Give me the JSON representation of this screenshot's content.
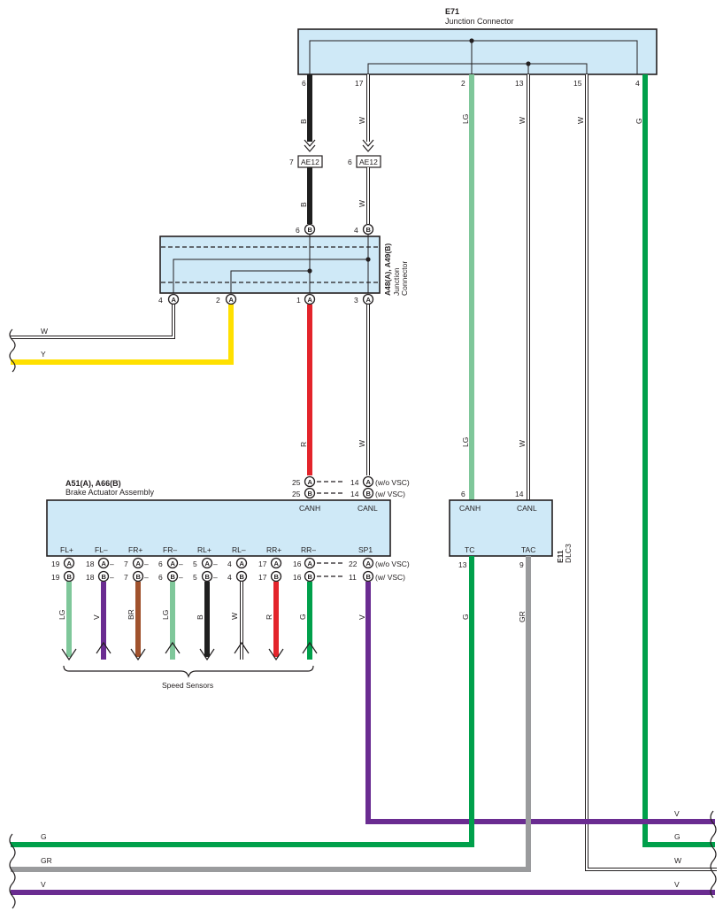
{
  "colors": {
    "B": "#1f1f1f",
    "W": "#ffffff",
    "LG": "#7fc79a",
    "G": "#00a04b",
    "R": "#e3242b",
    "Y": "#ffe000",
    "V": "#6a2c91",
    "BR": "#a0522d",
    "GR": "#9a9b9d",
    "box": "#cfe9f7"
  },
  "e71": {
    "code": "E71",
    "name": "Junction Connector",
    "pins": [
      "6",
      "17",
      "2",
      "13",
      "15",
      "4"
    ]
  },
  "ae12": {
    "code": "AE12",
    "pin_b": "7",
    "pin_w": "6"
  },
  "a48": {
    "code": "A48(A), A49(B)",
    "name1": "Junction",
    "name2": "Connector",
    "top_pins": [
      {
        "n": "6",
        "c": "B"
      },
      {
        "n": "4",
        "c": "B"
      }
    ],
    "bottom_pins": [
      {
        "n": "4",
        "c": "A"
      },
      {
        "n": "2",
        "c": "A"
      },
      {
        "n": "1",
        "c": "A"
      },
      {
        "n": "3",
        "c": "A"
      }
    ]
  },
  "a51": {
    "code": "A51(A), A66(B)",
    "name": "Brake Actuator Assembly",
    "canh": "CANH",
    "canl": "CANL",
    "sp1": "SP1",
    "row_wo_vsc": {
      "canh_pin": "25",
      "canh_conn": "A",
      "canl_pin": "14",
      "canl_conn": "A",
      "note": "(w/o VSC)"
    },
    "row_w_vsc": {
      "canh_pin": "25",
      "canh_conn": "B",
      "canl_pin": "14",
      "canl_conn": "B",
      "note": "(w/ VSC)"
    },
    "sp1_wo_vsc": {
      "pin": "16",
      "conn": "A",
      "pin2": "22",
      "conn2": "A",
      "note": "(w/o VSC)"
    },
    "sp1_w_vsc": {
      "pin": "16",
      "conn": "B",
      "pin2": "11",
      "conn2": "B",
      "note": "(w/ VSC)"
    },
    "speed_sensors": "Speed Sensors",
    "terminals": [
      "FL+",
      "FL–",
      "FR+",
      "FR–",
      "RL+",
      "RL–",
      "RR+",
      "RR–",
      "SP1"
    ]
  },
  "e11": {
    "code": "E11",
    "name": "DLC3",
    "canh": "CANH",
    "canl": "CANL",
    "tc": "TC",
    "tac": "TAC",
    "pins": [
      "6",
      "14",
      "13",
      "9"
    ]
  },
  "sensor_pins_a": [
    "19",
    "18",
    "7",
    "6",
    "5",
    "4",
    "17",
    "16"
  ],
  "sensor_pins_b": [
    "19",
    "18",
    "7",
    "6",
    "5",
    "4",
    "17",
    "16"
  ],
  "wire_labels": {
    "e71_6": "B",
    "e71_17": "W",
    "e71_2": "LG",
    "e71_13": "W",
    "e71_15": "W",
    "e71_4": "G",
    "ae12_b": "B",
    "ae12_w": "W",
    "a48_1": "R",
    "a48_3": "W",
    "dlc_canh": "LG",
    "dlc_canl": "W",
    "left_w": "W",
    "left_y": "Y",
    "fl_plus": "LG",
    "fl_minus": "V",
    "fr_plus": "BR",
    "fr_minus": "LG",
    "rl_plus": "B",
    "rl_minus": "W",
    "rr_plus": "R",
    "rr_minus": "G",
    "sp1": "V",
    "tc": "G",
    "tac": "GR",
    "bus_v_right": "V",
    "bus_g_left": "G",
    "bus_g_right": "G",
    "bus_gr_left": "GR",
    "bus_w_right": "W",
    "bus_v_left": "V",
    "bus_v_right2": "V"
  }
}
